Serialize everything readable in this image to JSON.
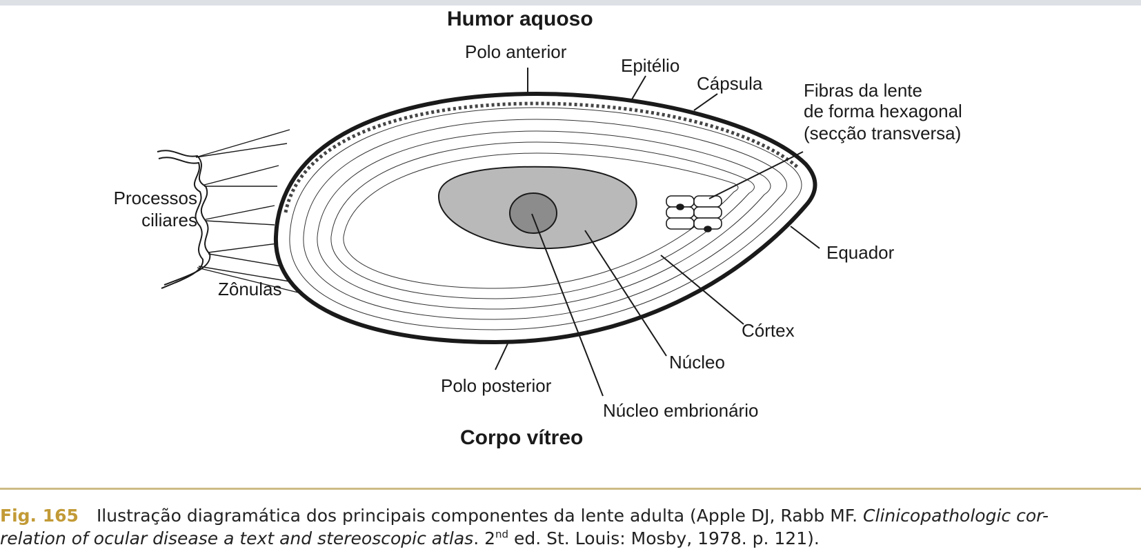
{
  "diagram": {
    "top_title": "Humor aquoso",
    "bottom_title": "Corpo vítreo",
    "labels": {
      "polo_anterior": "Polo anterior",
      "epitelio": "Epitélio",
      "capsula": "Cápsula",
      "fibras_line1": "Fibras da lente",
      "fibras_line2": "de forma hexagonal",
      "fibras_line3": "(secção transversa)",
      "processos_line1": "Processos",
      "processos_line2": "ciliares",
      "zonulas": "Zônulas",
      "equador": "Equador",
      "cortex": "Córtex",
      "nucleo": "Núcleo",
      "polo_posterior": "Polo posterior",
      "nucleo_embrionario": "Núcleo embrionário"
    },
    "colors": {
      "line": "#1a1a1a",
      "nucleus_fill": "#b9b9b9",
      "embryonic_fill": "#8c8c8c",
      "cortex_fill": "#ffffff"
    }
  },
  "caption": {
    "figure_number": "Fig. 165",
    "text_before_italic": "Ilustração diagramática dos principais componentes da lente adulta (Apple DJ, Rabb MF. ",
    "italic_title_line1": "Clinicopathologic cor-",
    "italic_title_line2": "relation of ocular disease a text and stereoscopic atlas",
    "edition_number": ". 2",
    "edition_suffix": "nd",
    "text_after": " ed. St. Louis: Mosby, 1978. p. 121).",
    "figure_number_color": "#c29a36",
    "rule_color": "#cdbb86"
  }
}
